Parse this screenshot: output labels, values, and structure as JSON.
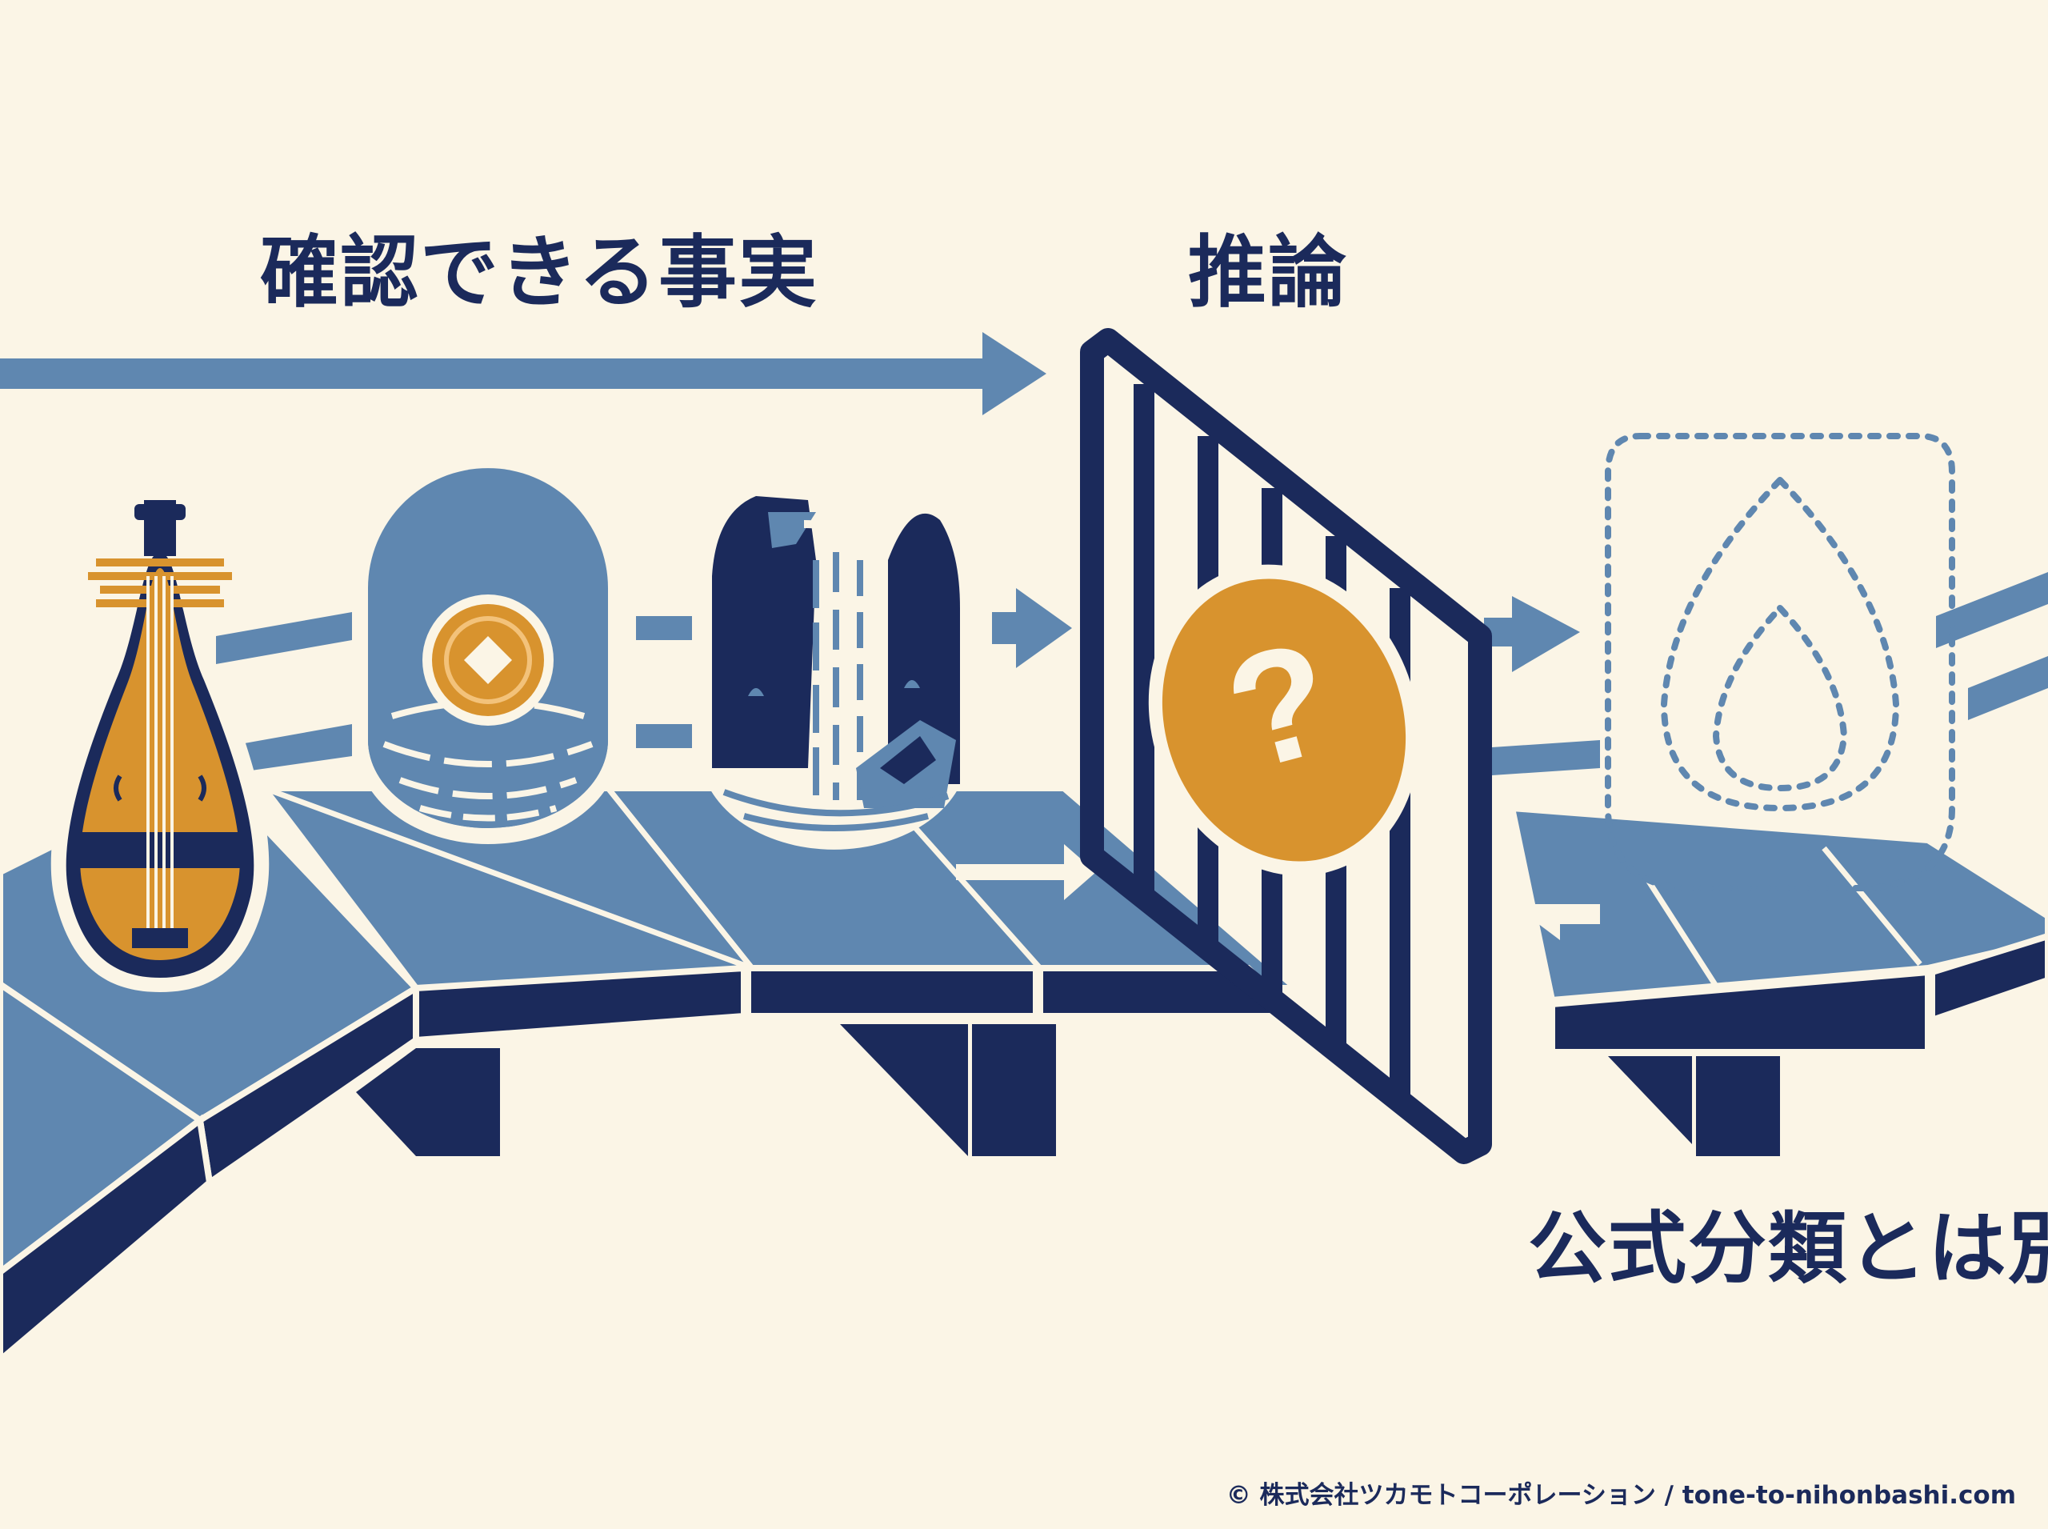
{
  "labels": {
    "facts": "確認できる事実",
    "inference": "推論",
    "separate": "公式分類とは別"
  },
  "question_mark": "?",
  "copyright": "© 株式会社ツカモトコーポレーション / tone-to-nihonbashi.com",
  "icons": [
    "biwa-icon",
    "coin-in-water-icon",
    "waterfall-rocks-icon",
    "gate-icon",
    "question-coin-icon",
    "dotted-drop-icon"
  ],
  "colors": {
    "background": "#fbf5e6",
    "navy": "#1b2a5b",
    "blue": "#5f87b0",
    "gold": "#d8932e",
    "cream": "#fbf5e6"
  }
}
